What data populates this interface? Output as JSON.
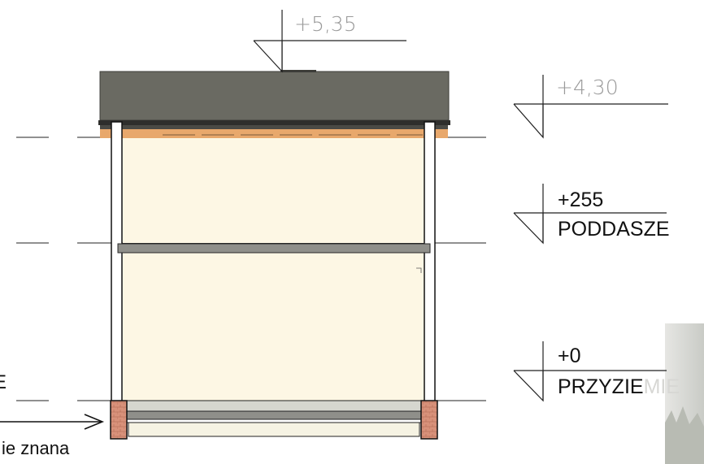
{
  "elevations": {
    "ridge": "+5,35",
    "eaves": "+4,30",
    "attic_value": "+255",
    "attic_name": "PODDASZE",
    "ground_value": "+0",
    "ground_name": "PRZYZIEMIE",
    "ground_name_black": "PRZYZIE",
    "ground_name_faded": "MIE"
  },
  "annotations": {
    "foundation_note": "ie znana",
    "left_cut_char": "E"
  },
  "colors": {
    "roof": "#6a6a62",
    "roof_edge": "#3c3c38",
    "eaves_wood": "#e8a86c",
    "wall_fill": "#fdf7e4",
    "slab": "#8f8f8a",
    "brick": "#d8917a",
    "line": "#111111"
  }
}
